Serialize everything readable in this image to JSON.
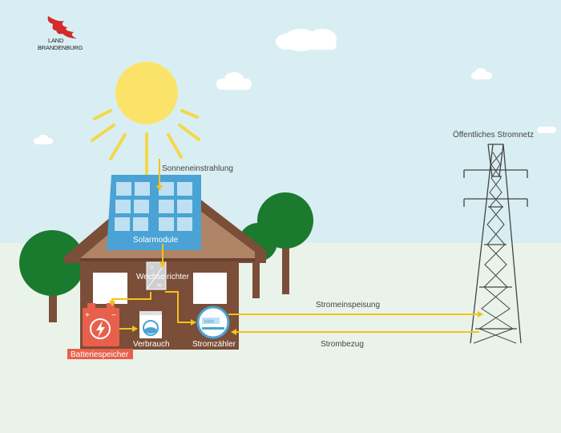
{
  "logo": {
    "line1": "LAND",
    "line2": "BRANDENBURG"
  },
  "labels": {
    "sun_radiation": "Sonneneinstrahlung",
    "solar_modules": "Solarmodule",
    "inverter": "Wechselrichter",
    "battery": "Batteriespeicher",
    "consumption": "Verbrauch",
    "meter": "Stromzähler",
    "feed_in": "Stromeinspeisung",
    "grid_supply": "Strombezug",
    "public_grid": "Öffentliches Stromnetz"
  },
  "meter_display": "kWh",
  "inverter_symbols": {
    "dc": "=",
    "ac": "≈"
  },
  "battery_symbols": {
    "plus": "+",
    "minus": "−"
  },
  "colors": {
    "sky": "#d9eef2",
    "ground": "#eaf3ea",
    "sun": "#fbe36a",
    "sun_rays": "#f3d84a",
    "roof": "#b08466",
    "house": "#7a4e38",
    "solar_panel": "#4aa3d4",
    "tree_green": "#1a7a2e",
    "trunk": "#7a4e38",
    "arrow": "#f2c318",
    "battery": "#e8604c",
    "meter_ring": "#4aa3d4",
    "logo_red": "#d42b2b"
  }
}
